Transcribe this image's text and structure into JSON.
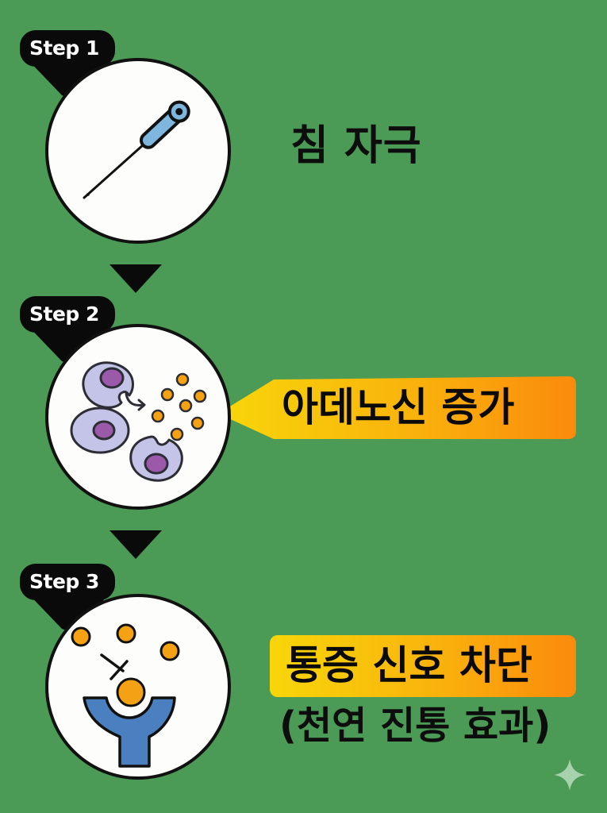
{
  "diagram": {
    "background_color": "#4b9a56",
    "accent_colors": {
      "callout_gradient_start": "#f7d20a",
      "callout_gradient_end": "#fb8c0c",
      "badge": "#0a0a0a",
      "needle_handle": "#7fb6de",
      "cell_body": "#c3c3e6",
      "cell_nucleus": "#9a5aa9",
      "adenosine_dot": "#f5a114",
      "receptor": "#4b80c0"
    },
    "steps": [
      {
        "label": "Step 1",
        "icon": "acupuncture-needle-icon",
        "title": "침 자극"
      },
      {
        "label": "Step 2",
        "icon": "cells-releasing-adenosine-icon",
        "title": "아데노신 증가"
      },
      {
        "label": "Step 3",
        "icon": "receptor-blocking-signal-icon",
        "title": "통증 신호 차단",
        "subtitle": "(천연 진통 효과)"
      }
    ],
    "flow_arrows": [
      "down-arrow-icon",
      "down-arrow-icon"
    ],
    "watermark_icon": "sparkle-icon"
  }
}
